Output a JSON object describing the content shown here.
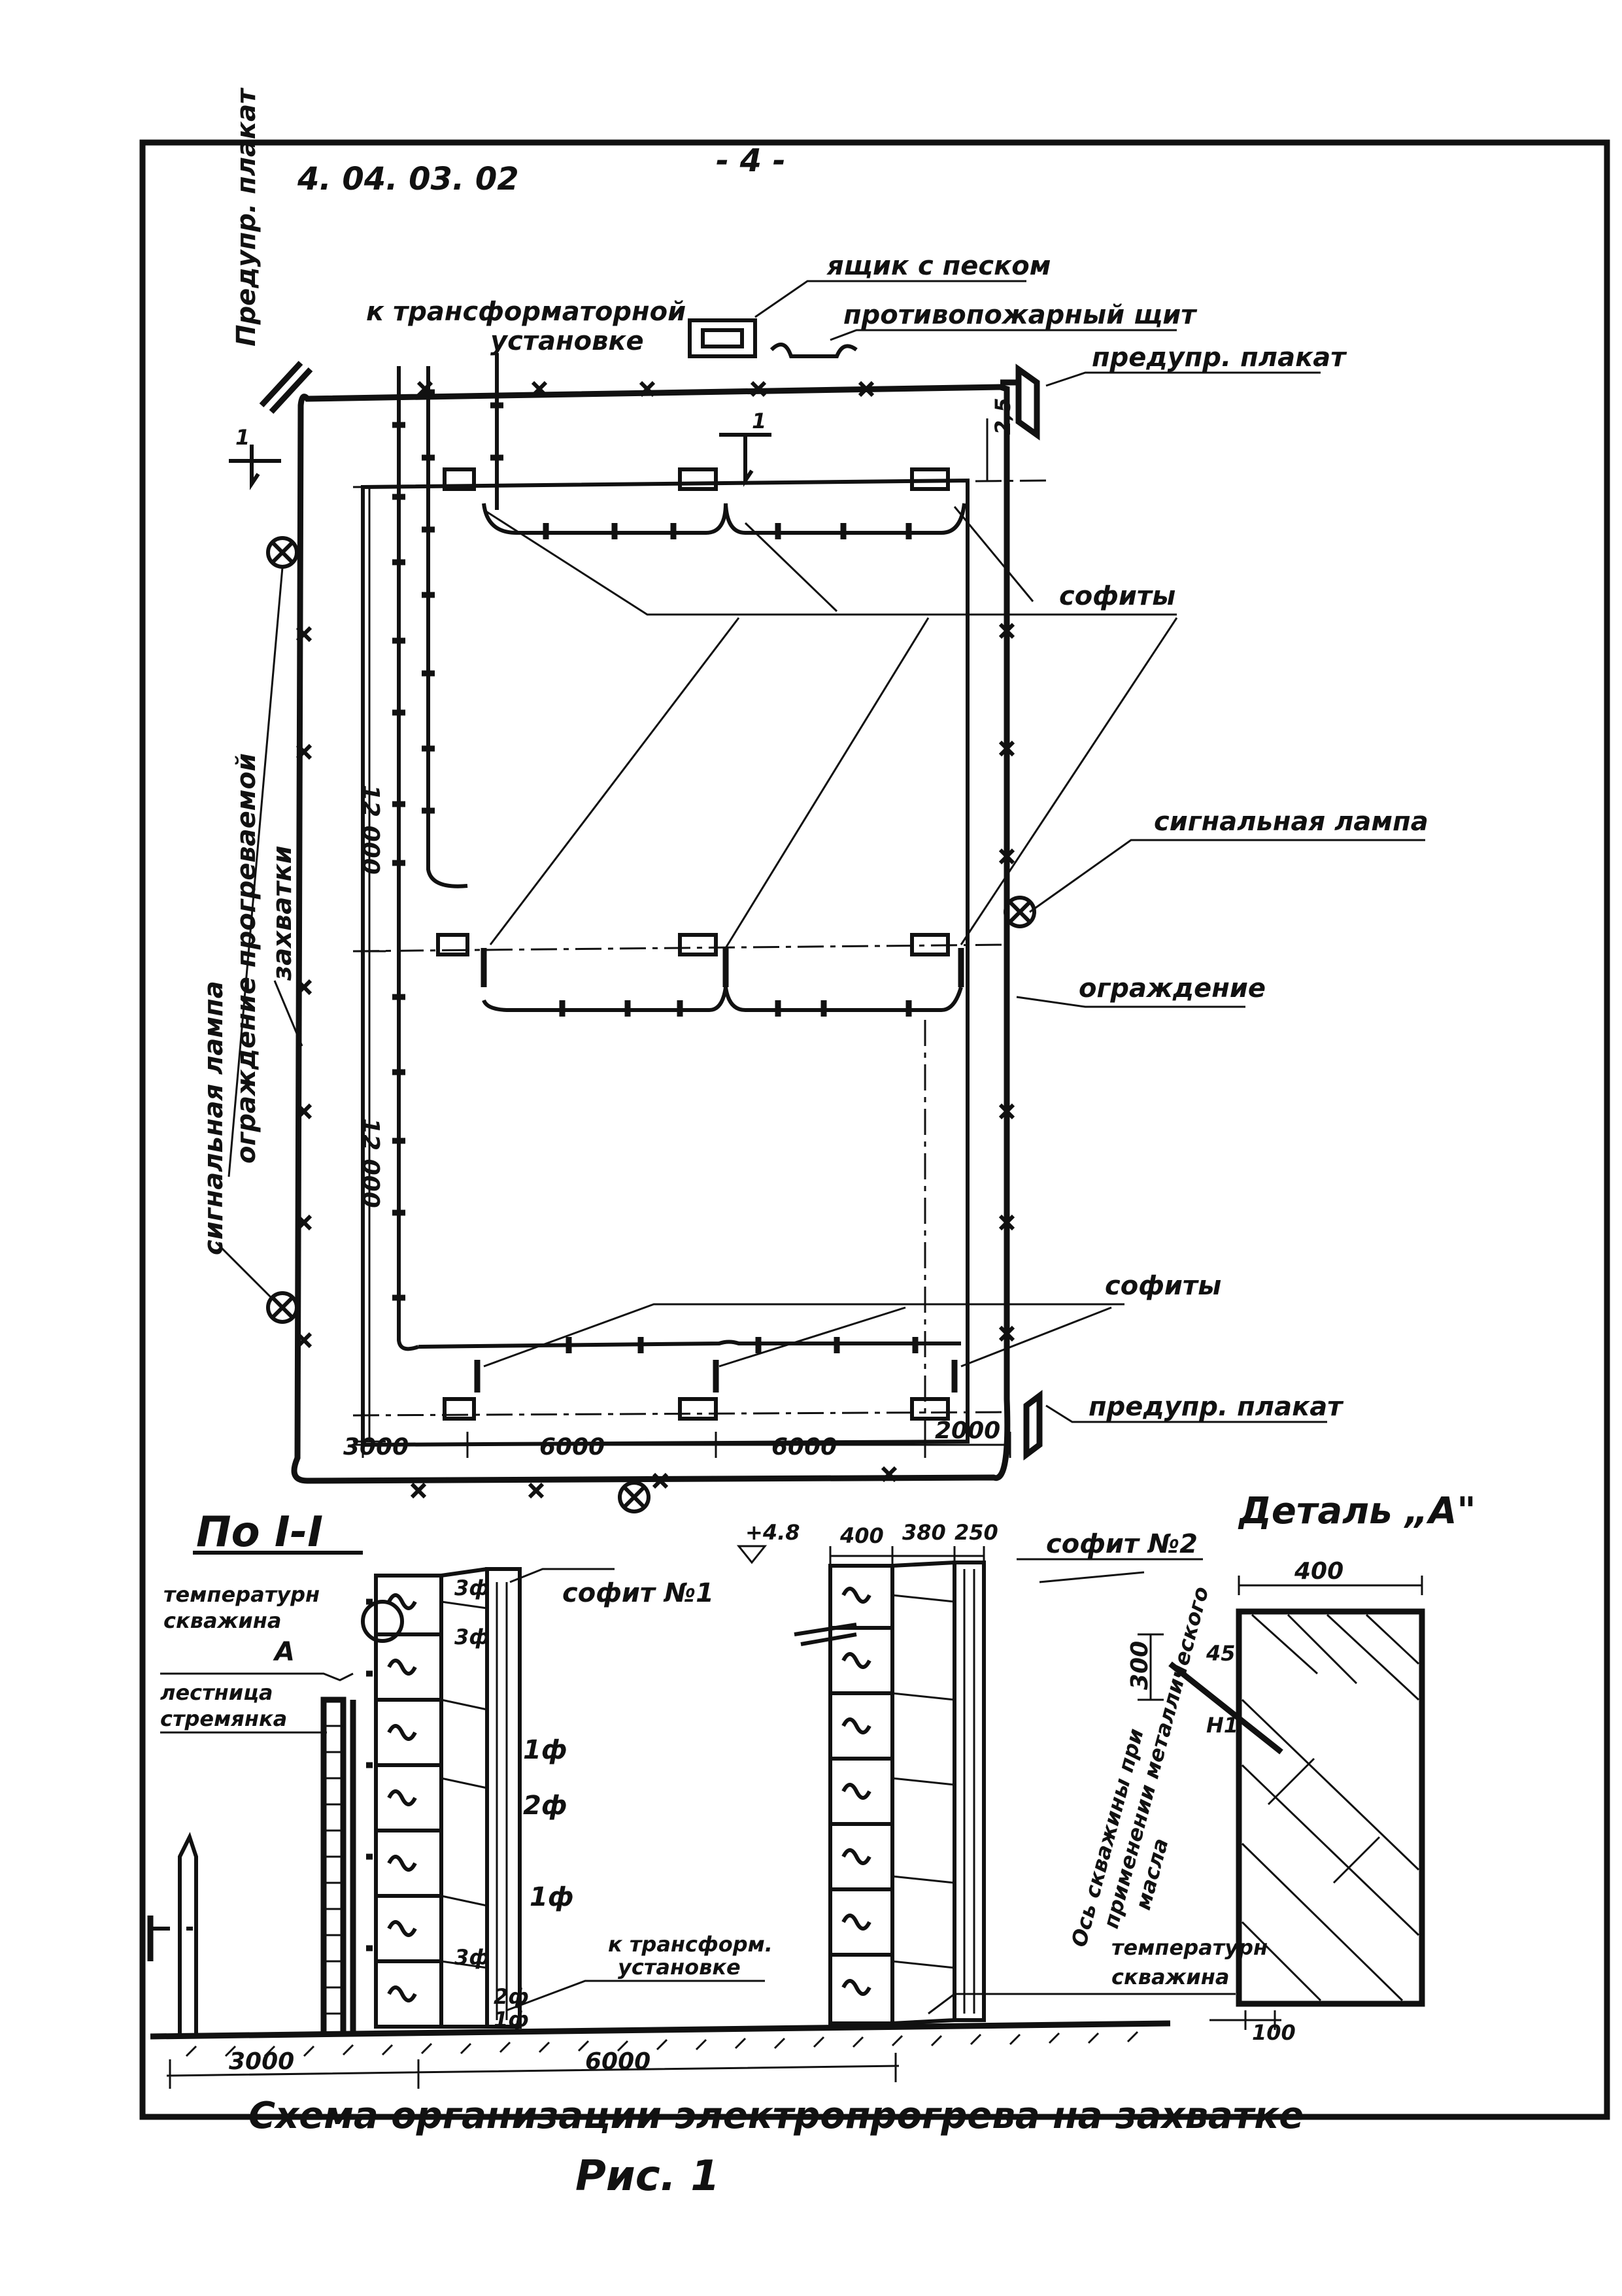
{
  "header": {
    "doc_code": "4. 04. 03. 02",
    "page_number": "- 4 -"
  },
  "labels": {
    "sand_box": "ящик с песком",
    "fire_board": "противопожарный щит",
    "to_transformer": "к трансформаторной установке",
    "warn_poster_top": "предупр. плакат",
    "warn_poster_bottom": "предупр. плакат",
    "warn_poster_left": "Предупр. плакат",
    "soffits_top": "софиты",
    "signal_lamp_right": "сигнальная лампа",
    "fence_right": "ограждение",
    "soffits_bottom": "софиты",
    "signal_lamp_left": "сигнальная лампа",
    "fence_heated_left": "ограждение прогреваемой захватки",
    "section_mark": "1",
    "section_mark_2": "1"
  },
  "dims": {
    "vert_upper": "12 000",
    "vert_lower": "12 000",
    "side_small": "2,5",
    "bottom_1": "3000",
    "bottom_2": "6000",
    "bottom_3": "6000",
    "bottom_4": "2000"
  },
  "section": {
    "title": "По I-I",
    "temp_well_left": "температурн скважина",
    "detail_mark": "A",
    "ladder": "лестница стремянка",
    "soffit_1": "софит №1",
    "phase_3f_a": "3ф",
    "phase_3f_b": "3ф",
    "phase_1f_a": "1ф",
    "phase_2f_a": "2ф",
    "phase_1f_b": "1ф",
    "phase_3f_c": "3ф",
    "phase_2f_b": "2ф",
    "phase_1f_c": "1ф",
    "level": "+4.8",
    "dim_400": "400",
    "dim_380": "380",
    "dim_250": "250",
    "soffit_2": "софит №2",
    "to_transformer": "к трансформ. установке",
    "temp_well_right": "температурн скважина",
    "well_axis_note": "Ось скважины при применении металлического масла",
    "base_dim_1": "3000",
    "base_dim_2": "6000"
  },
  "detail": {
    "title": "Деталь „А\"",
    "width": "400",
    "depth": "300",
    "angle": "45",
    "mark": "H1",
    "offset": "100"
  },
  "caption": {
    "scheme": "Схема организации электропрогрева на захватке",
    "figure": "Рис. 1"
  }
}
